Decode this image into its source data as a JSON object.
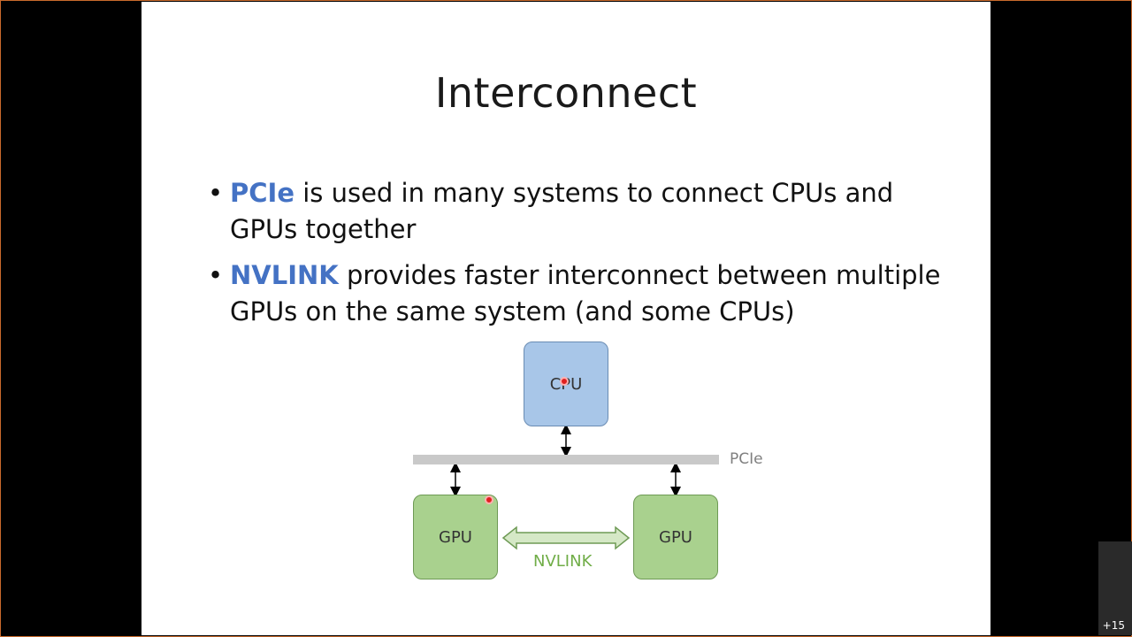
{
  "slide": {
    "title": "Interconnect",
    "bullets": [
      {
        "keyword": "PCIe",
        "text": " is used in many systems to connect CPUs and GPUs together"
      },
      {
        "keyword": "NVLINK",
        "text": " provides faster interconnect between multiple GPUs on the same system (and some CPUs)"
      }
    ]
  },
  "diagram": {
    "cpu_label": "CPU",
    "gpu_left_label": "GPU",
    "gpu_right_label": "GPU",
    "pcie_label": "PCIe",
    "nvlink_label": "NVLINK"
  },
  "colors": {
    "keyword": "#4472c4",
    "cpu": "#a8c6e8",
    "gpu": "#a9d18e",
    "nvlink": "#70ad47",
    "pcie_bar": "#c9c9c9"
  },
  "overlay": {
    "counter": "+15"
  }
}
